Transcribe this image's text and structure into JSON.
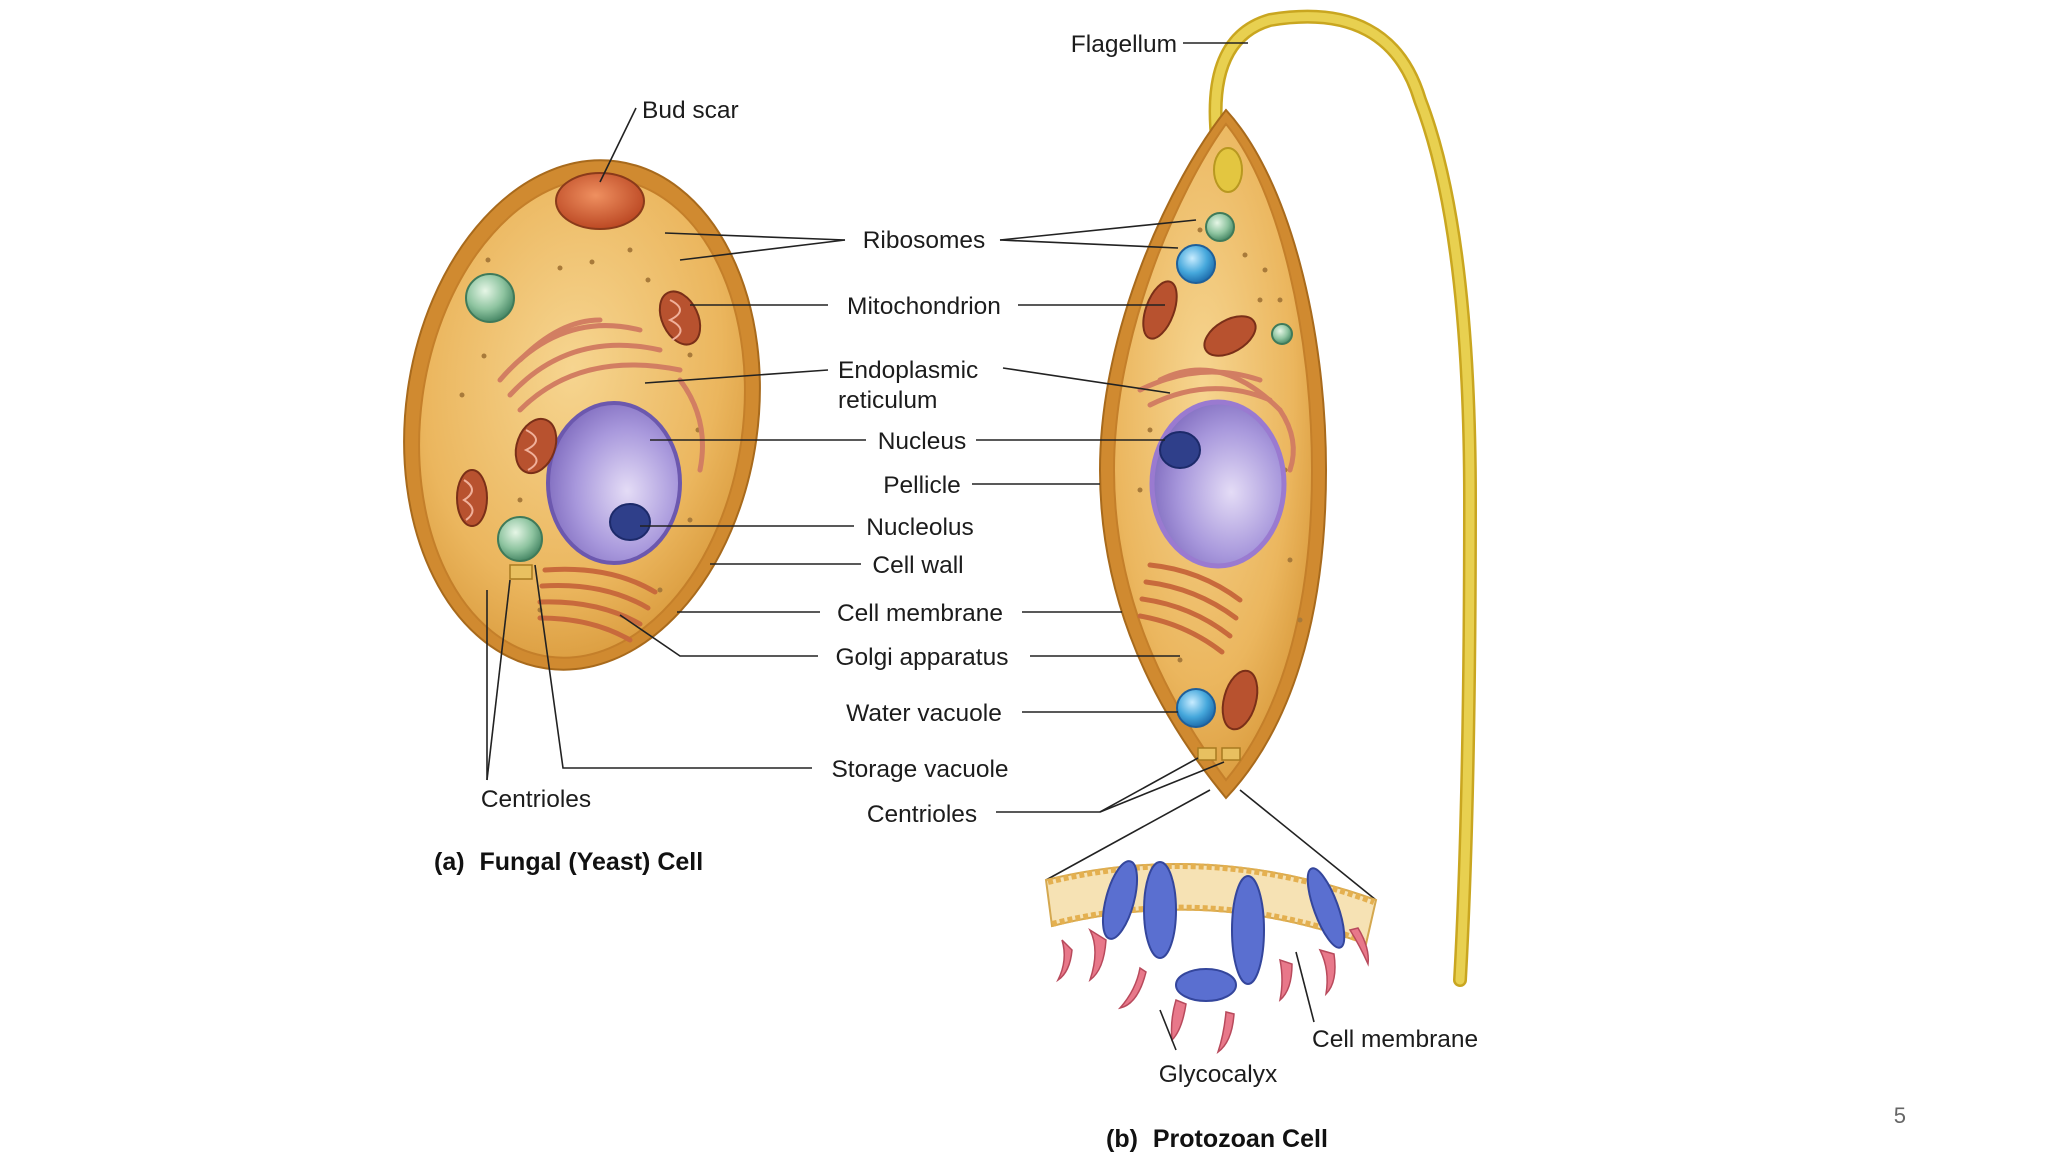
{
  "slide": {
    "page_number": "5"
  },
  "fungal": {
    "caption_letter": "(a)",
    "caption_text": "Fungal (Yeast) Cell",
    "labels": {
      "bud_scar": "Bud scar",
      "centrioles": "Centrioles"
    }
  },
  "shared_labels": {
    "ribosomes": "Ribosomes",
    "mitochondrion": "Mitochondrion",
    "er_line1": "Endoplasmic",
    "er_line2": "reticulum",
    "nucleus": "Nucleus",
    "pellicle": "Pellicle",
    "nucleolus": "Nucleolus",
    "cell_wall": "Cell wall",
    "cell_membrane": "Cell membrane",
    "golgi": "Golgi apparatus",
    "water_vacuole": "Water vacuole",
    "storage_vacuole": "Storage vacuole",
    "centrioles": "Centrioles"
  },
  "protozoan": {
    "caption_letter": "(b)",
    "caption_text": "Protozoan Cell",
    "labels": {
      "flagellum": "Flagellum",
      "glycocalyx": "Glycocalyx",
      "cell_membrane": "Cell membrane"
    }
  },
  "colors": {
    "cytoplasm": "#eab561",
    "cell_wall": "#d4922f",
    "nucleus": "#8c78c8",
    "nucleolus": "#2f3f8a",
    "mitochondrion": "#b8522f",
    "er": "#d58a6c",
    "flagellum": "#e3c640",
    "water_vacuole": "#3d9fd6",
    "membrane_protein": "#5a6fd0",
    "glycocalyx": "#e8788a",
    "bud_scar": "#c8532c"
  }
}
